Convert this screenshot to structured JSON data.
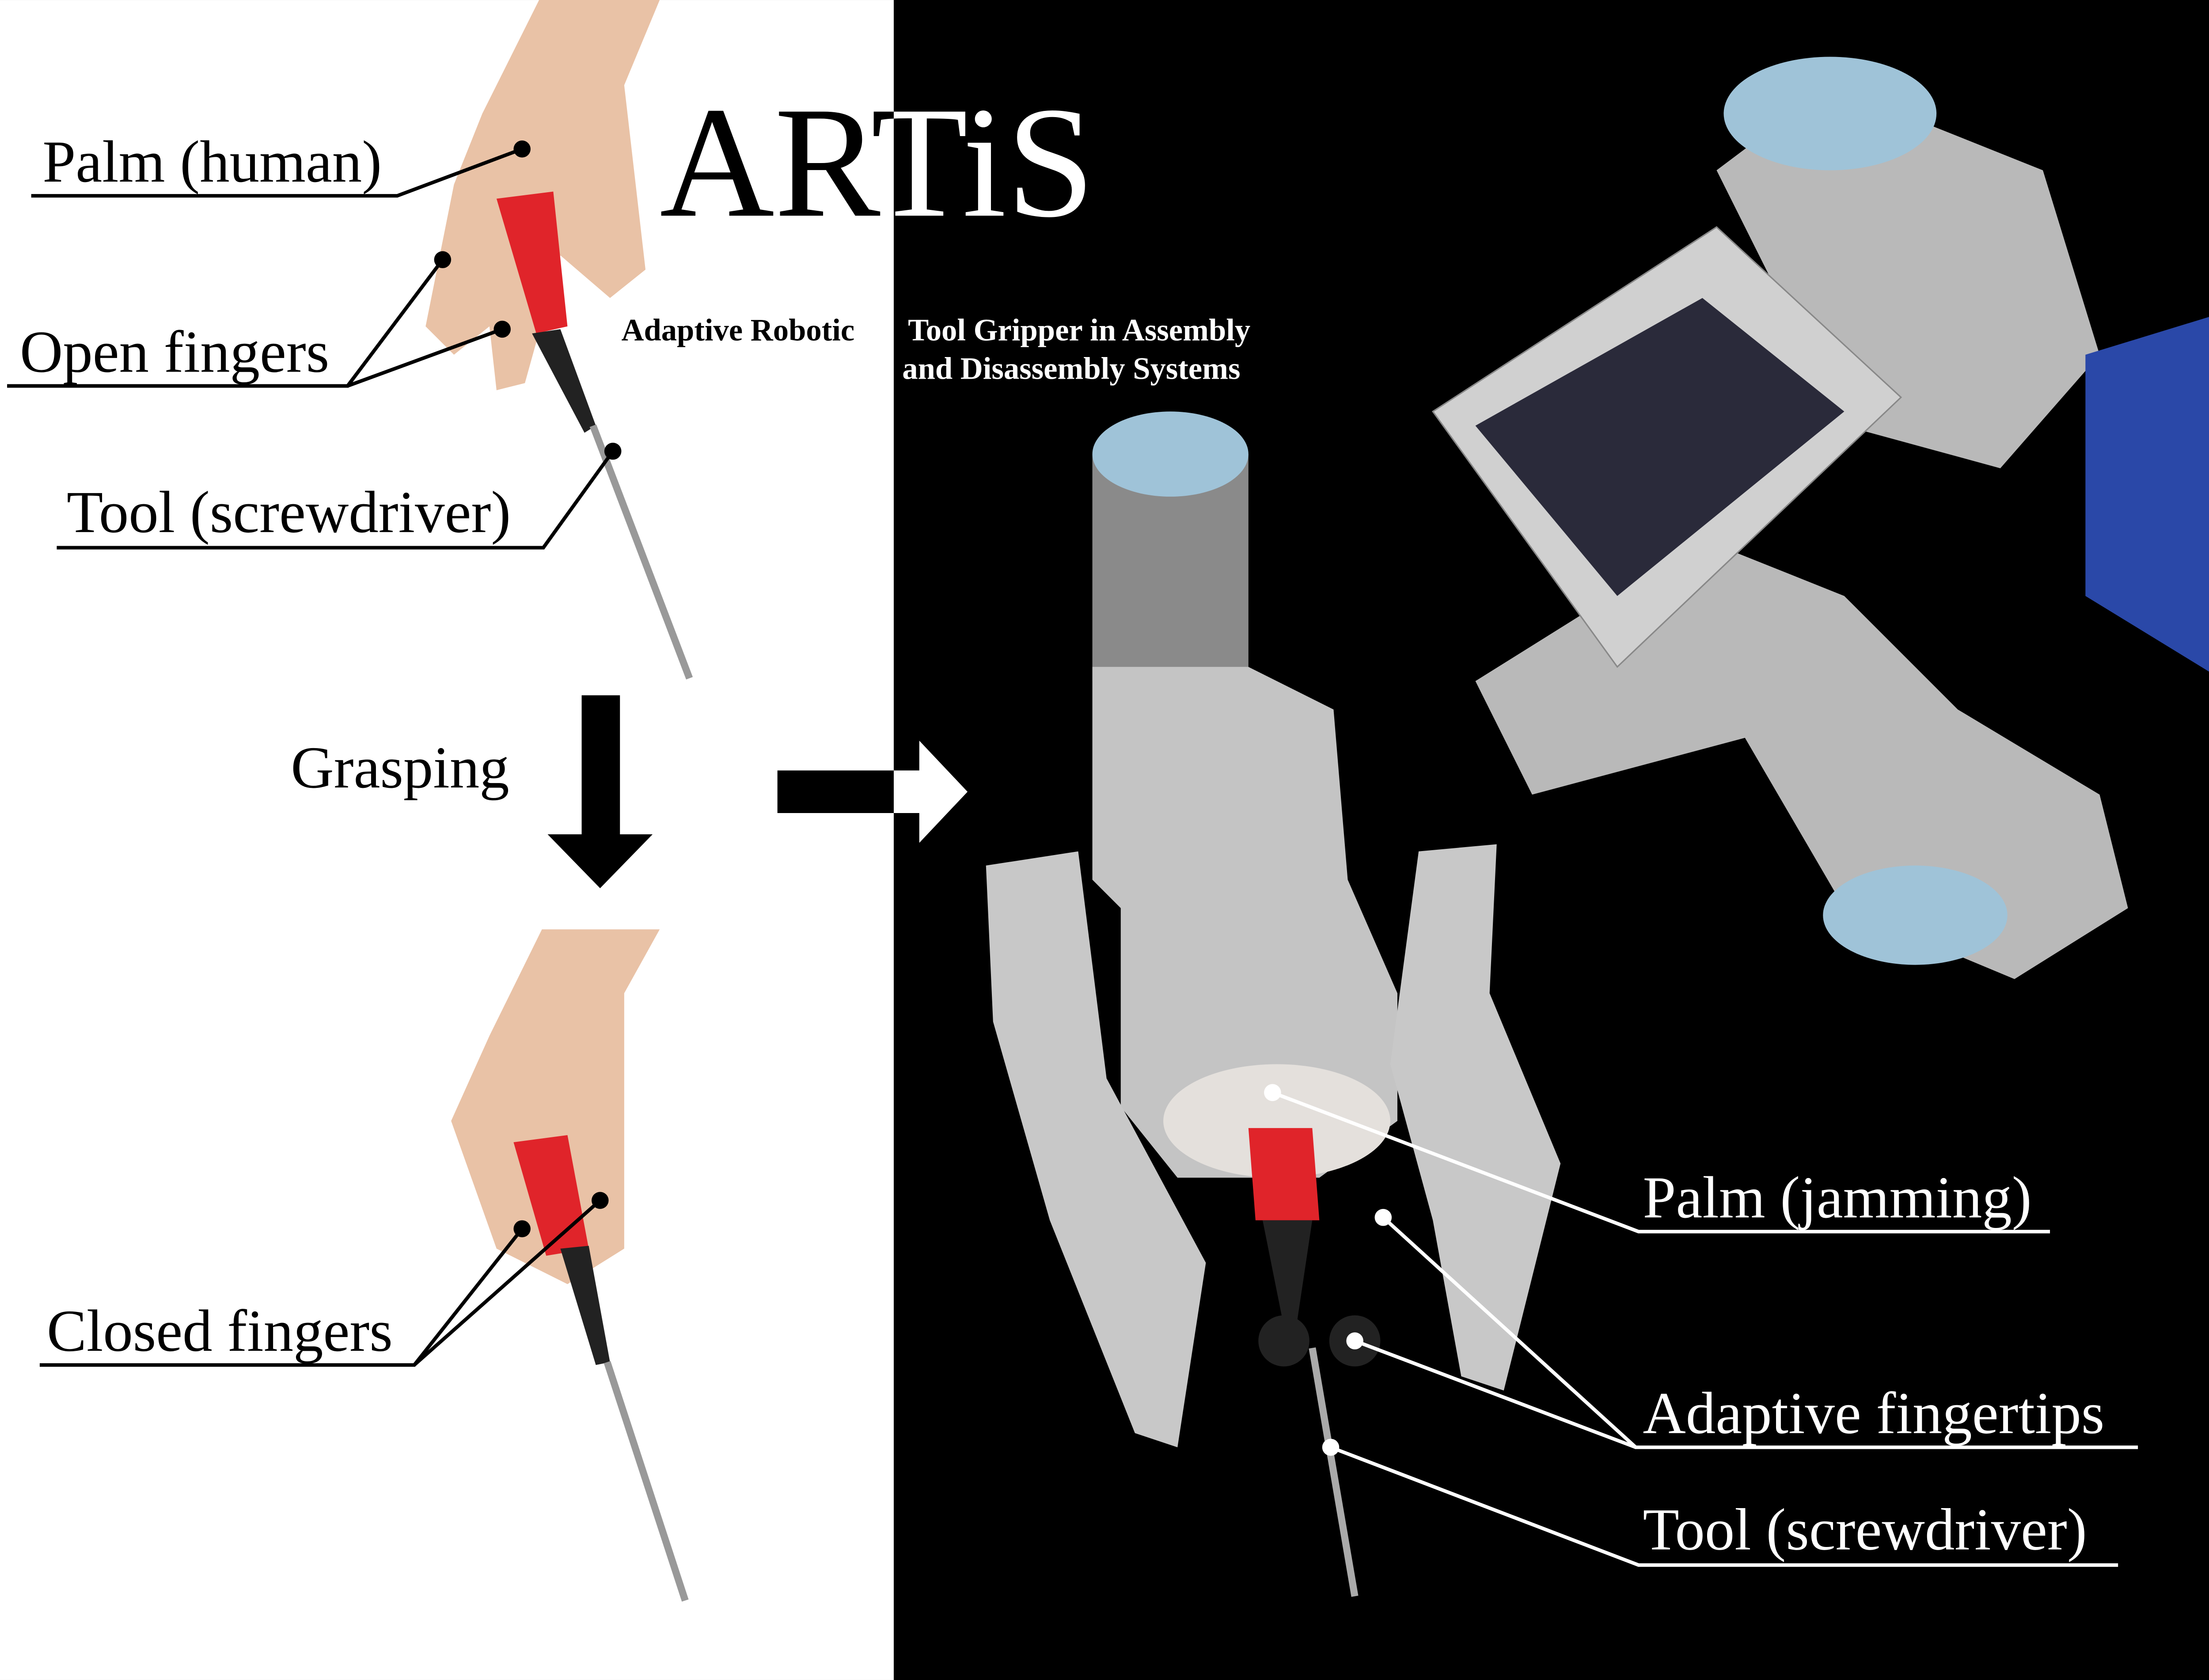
{
  "title": "ARTiS",
  "subtitle": {
    "line1_left": "Adaptive Robotic",
    "line1_right": "Tool Gripper in Assembly",
    "line2": "and Disassembly Systems"
  },
  "human_labels": {
    "palm": "Palm (human)",
    "open_fingers": "Open fingers",
    "tool": "Tool (screwdriver)",
    "closed_fingers": "Closed fingers"
  },
  "action_label": "Grasping",
  "robot_labels": {
    "palm": "Palm (jamming)",
    "fingertips": "Adaptive fingertips",
    "tool": "Tool (screwdriver)"
  },
  "colors": {
    "left_bg": "#ffffff",
    "right_bg": "#000000",
    "handle_red": "#e0242a",
    "robot_grey": "#b9b9b9",
    "joint_blue": "#9fc3d8",
    "skin": "#e9c2a6"
  }
}
